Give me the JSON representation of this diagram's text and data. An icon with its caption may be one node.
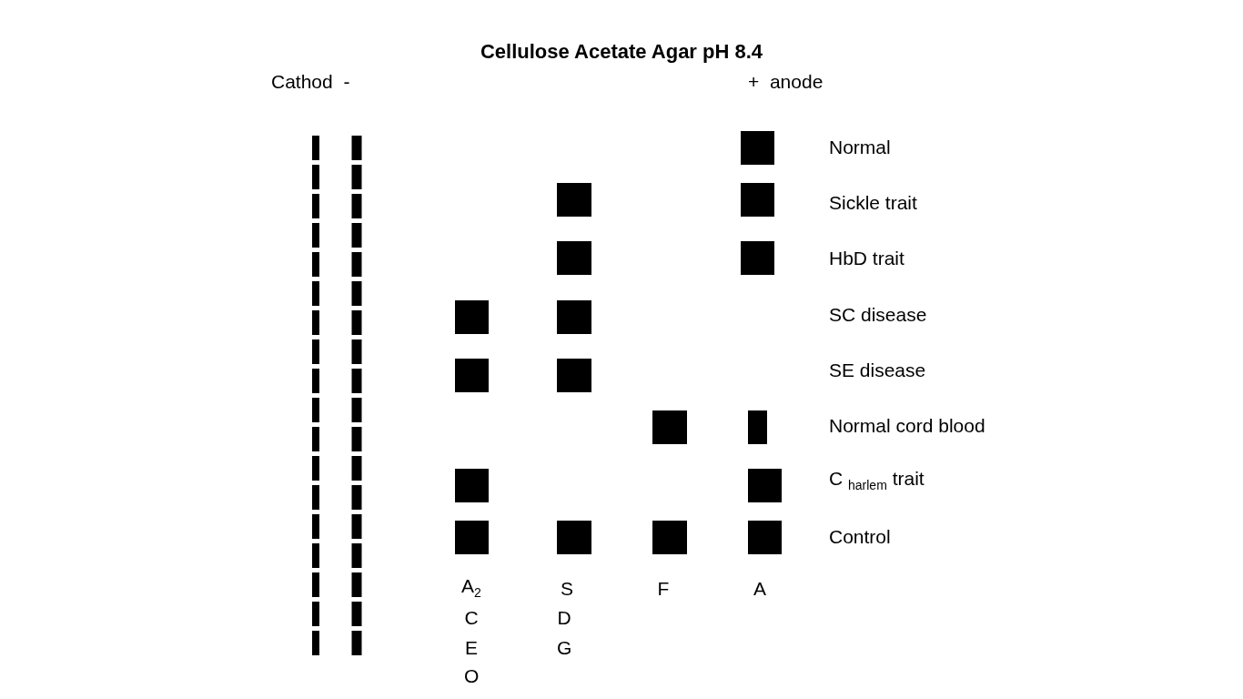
{
  "diagram": {
    "title": "Cellulose Acetate Agar pH 8.4",
    "labels": [
      "Cathod  -",
      "+  anode",
      "Normal",
      "Sickle trait",
      "HbD trait",
      "SC disease",
      "SE disease",
      "Normal cord blood",
      "C $_{harlem}$ trait",
      "Control",
      "A$_{2}$",
      "S",
      "F",
      "A",
      "C",
      "D",
      "E",
      "G",
      "O"
    ]
  }
}
